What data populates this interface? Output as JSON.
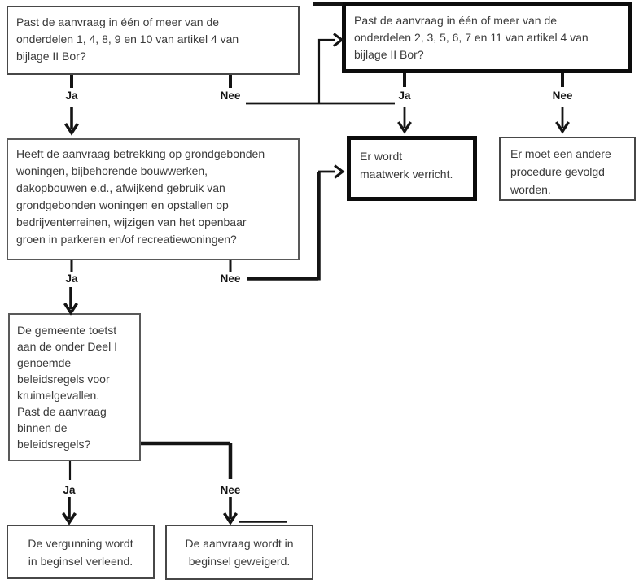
{
  "diagram": {
    "language": "nl",
    "boxes": {
      "q1": {
        "lines": [
          "Past de aanvraag in één of meer van de",
          "onderdelen 1, 4, 8, 9 en 10 van artikel 4 van",
          "bijlage II Bor?"
        ]
      },
      "q2": {
        "lines": [
          "Past de aanvraag in één of meer van de",
          "onderdelen 2, 3, 5, 6, 7 en 11 van artikel 4 van",
          "bijlage II Bor?"
        ]
      },
      "maatwerk": {
        "lines": [
          "Er wordt",
          "maatwerk verricht."
        ]
      },
      "andere_procedure": {
        "lines": [
          "Er moet een andere",
          "procedure gevolgd",
          "worden."
        ]
      },
      "q3": {
        "lines": [
          "Heeft de aanvraag betrekking op grondgebonden",
          "woningen, bijbehorende bouwwerken,",
          "dakopbouwen e.d., afwijkend gebruik van",
          "grondgebonden woningen en opstallen op",
          "bedrijventerreinen, wijzigen van het openbaar",
          "groen in parkeren en/of recreatiewoningen?"
        ]
      },
      "q4": {
        "lines": [
          "De gemeente toetst",
          "aan de onder Deel I",
          "genoemde",
          "beleidsregels voor",
          "kruimelgevallen.",
          "Past de aanvraag",
          "binnen de",
          "beleidsregels?"
        ]
      },
      "verleend": {
        "lines": [
          "De vergunning wordt",
          "in beginsel verleend."
        ]
      },
      "geweigerd": {
        "lines": [
          "De aanvraag wordt in",
          "beginsel geweigerd."
        ]
      }
    },
    "labels": {
      "q1_ja": "Ja",
      "q1_nee": "Nee",
      "q2_ja": "Ja",
      "q2_nee": "Nee",
      "q3_ja": "Ja",
      "q3_nee": "Nee",
      "q4_ja": "Ja",
      "q4_nee": "Nee"
    },
    "colors": {
      "background": "#ffffff",
      "text": "#3a3a3a",
      "label_text": "#141414",
      "border_thin": "#474747",
      "border_thick": "#0c0c0c",
      "connector": "#141414"
    }
  }
}
